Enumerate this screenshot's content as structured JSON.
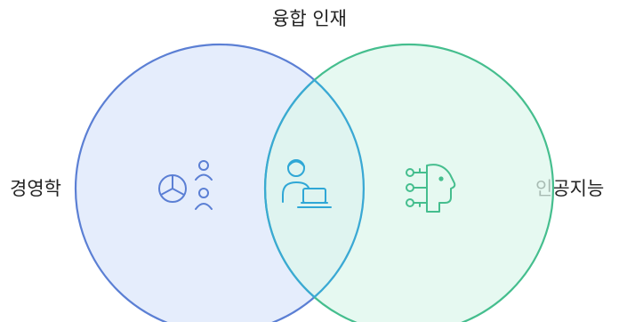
{
  "diagram": {
    "title": "융합 인재",
    "left_set": {
      "label": "경영학",
      "icon": "business-analytics-icon",
      "color": "#5b7fd4"
    },
    "right_set": {
      "label": "인공지능",
      "icon": "ai-head-icon",
      "color": "#45be8e"
    },
    "intersection": {
      "icon": "person-laptop-icon",
      "color": "#2fa7d6"
    }
  }
}
